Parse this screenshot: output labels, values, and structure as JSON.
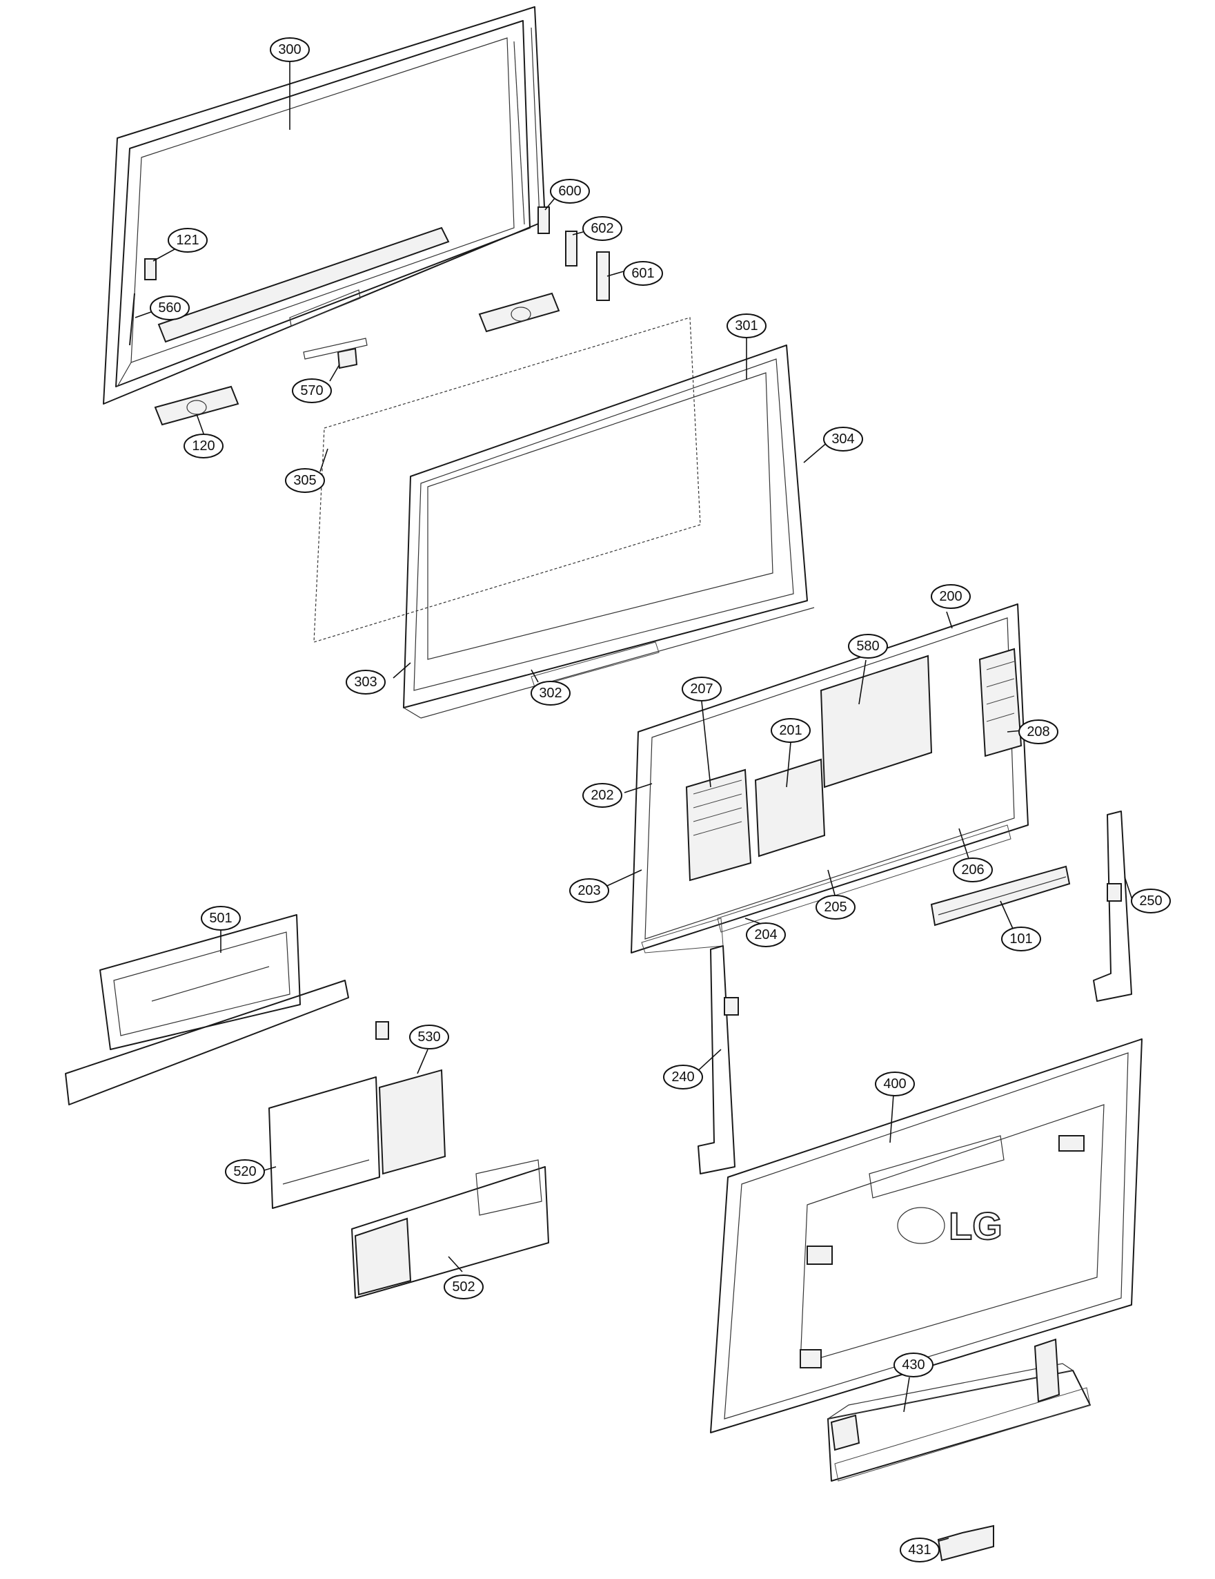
{
  "diagram": {
    "callouts": [
      {
        "id": "300",
        "label": "300"
      },
      {
        "id": "121",
        "label": "121"
      },
      {
        "id": "560",
        "label": "560"
      },
      {
        "id": "570",
        "label": "570"
      },
      {
        "id": "120",
        "label": "120"
      },
      {
        "id": "600",
        "label": "600"
      },
      {
        "id": "602",
        "label": "602"
      },
      {
        "id": "601",
        "label": "601"
      },
      {
        "id": "301",
        "label": "301"
      },
      {
        "id": "304",
        "label": "304"
      },
      {
        "id": "305",
        "label": "305"
      },
      {
        "id": "303",
        "label": "303"
      },
      {
        "id": "302",
        "label": "302"
      },
      {
        "id": "200",
        "label": "200"
      },
      {
        "id": "580",
        "label": "580"
      },
      {
        "id": "207",
        "label": "207"
      },
      {
        "id": "208",
        "label": "208"
      },
      {
        "id": "201",
        "label": "201"
      },
      {
        "id": "202",
        "label": "202"
      },
      {
        "id": "206",
        "label": "206"
      },
      {
        "id": "203",
        "label": "203"
      },
      {
        "id": "205",
        "label": "205"
      },
      {
        "id": "204",
        "label": "204"
      },
      {
        "id": "101",
        "label": "101"
      },
      {
        "id": "250",
        "label": "250"
      },
      {
        "id": "501",
        "label": "501"
      },
      {
        "id": "530",
        "label": "530"
      },
      {
        "id": "240",
        "label": "240"
      },
      {
        "id": "400",
        "label": "400"
      },
      {
        "id": "520",
        "label": "520"
      },
      {
        "id": "502",
        "label": "502"
      },
      {
        "id": "430",
        "label": "430"
      },
      {
        "id": "431",
        "label": "431"
      }
    ],
    "logo": "LG"
  }
}
